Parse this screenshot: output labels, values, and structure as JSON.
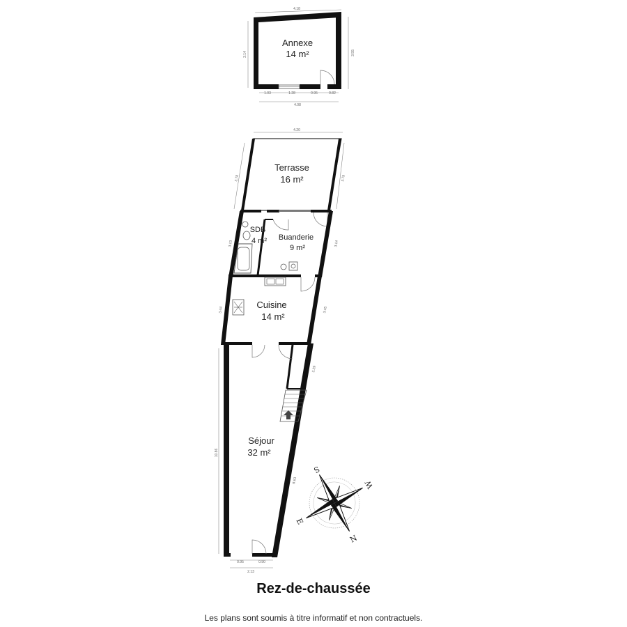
{
  "rooms": {
    "annexe": {
      "name": "Annexe",
      "area": "14 m²"
    },
    "terrasse": {
      "name": "Terrasse",
      "area": "16 m²"
    },
    "sdb": {
      "name": "SDB",
      "area": "4 m²"
    },
    "buanderie": {
      "name": "Buanderie",
      "area": "9 m²"
    },
    "cuisine": {
      "name": "Cuisine",
      "area": "14 m²"
    },
    "sejour": {
      "name": "Séjour",
      "area": "32 m²"
    }
  },
  "dimensions": {
    "annexe_top": "4.18",
    "annexe_left": "3.14",
    "annexe_right": "3.55",
    "annexe_bottom_1": "1.03",
    "annexe_bottom_2": "1.28",
    "annexe_bottom_3": "0.95",
    "annexe_bottom_4": "0.82",
    "annexe_bottom_total": "4.08",
    "terrasse_top": "4.20",
    "terrasse_left": "3.78",
    "terrasse_right": "3.79",
    "sdb_left": "3.13",
    "buanderie_right": "3.14",
    "cuisine_left": "3.44",
    "cuisine_right": "3.45",
    "stair_right": "2.29",
    "sejour_left": "10.86",
    "sejour_right": "8.63",
    "sejour_bottom_1": "0.95",
    "sejour_bottom_2": "0.90",
    "sejour_bottom_total": "2.13"
  },
  "compass": {
    "n": "N",
    "s": "S",
    "e": "E",
    "w": "W"
  },
  "plan_title": "Rez-de-chaussée",
  "disclaimer": "Les plans sont soumis à titre informatif et non contractuels.",
  "colors": {
    "wall": "#111111",
    "background": "#ffffff",
    "text": "#222222"
  }
}
